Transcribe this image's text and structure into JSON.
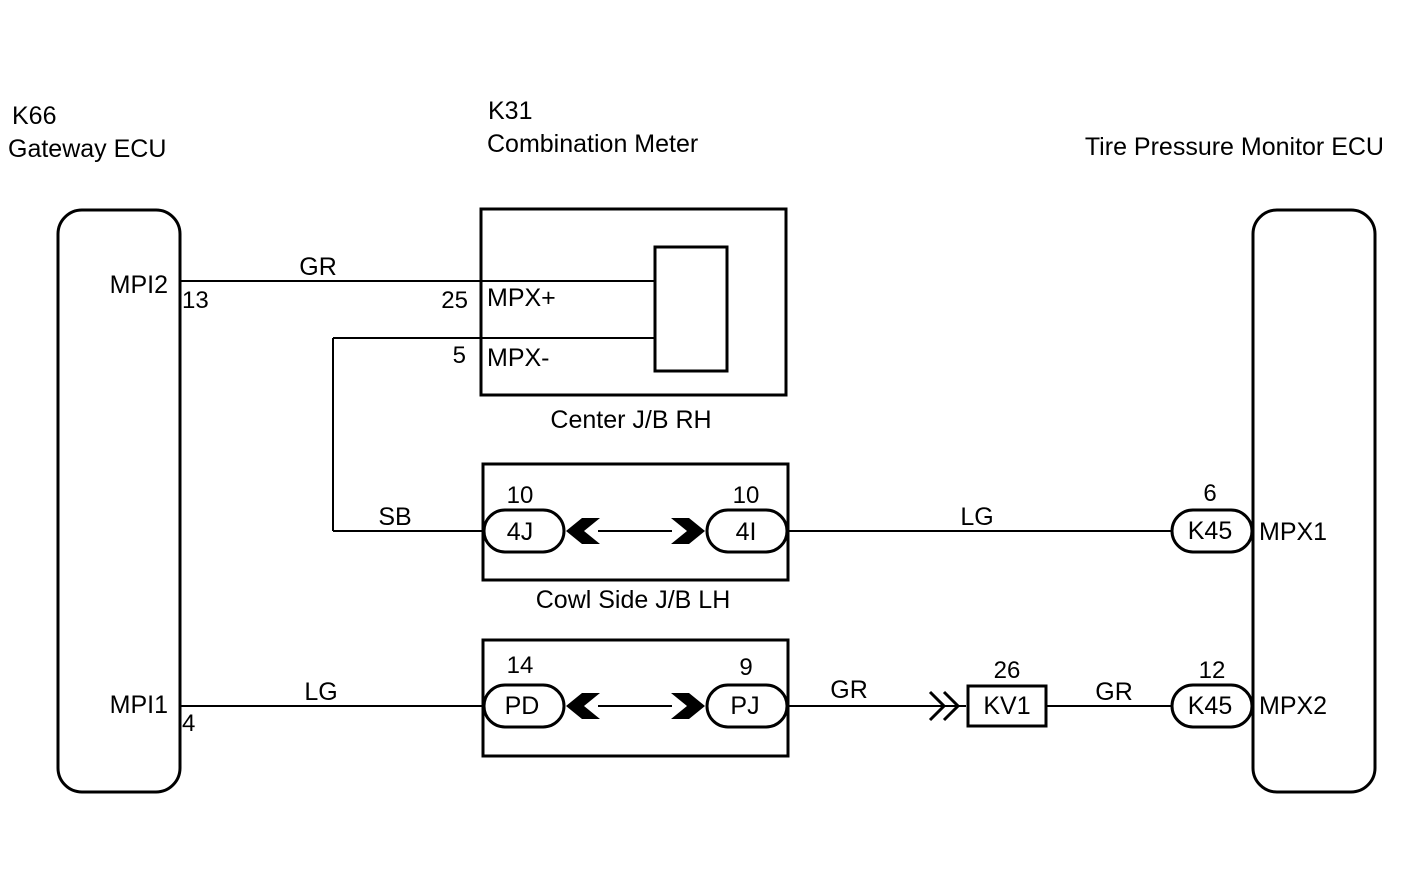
{
  "components": {
    "gateway": {
      "code": "K66",
      "name": "Gateway ECU",
      "pin_upper": {
        "name": "MPI2",
        "number": "13"
      },
      "pin_lower": {
        "name": "MPI1",
        "number": "4"
      }
    },
    "meter": {
      "code": "K31",
      "name": "Combination Meter",
      "pin_plus": {
        "name": "MPX+",
        "number": "25"
      },
      "pin_minus": {
        "name": "MPX-",
        "number": "5"
      },
      "junction": "Center J/B RH"
    },
    "tpms": {
      "name": "Tire Pressure Monitor ECU",
      "pin_upper": {
        "name": "MPX1",
        "number": "6",
        "connector": "K45"
      },
      "pin_lower": {
        "name": "MPX2",
        "number": "12",
        "connector": "K45"
      }
    }
  },
  "cowl_jb": {
    "name": "Cowl Side J/B LH",
    "left": {
      "connector": "4J",
      "number": "10"
    },
    "right": {
      "connector": "4I",
      "number": "10"
    }
  },
  "lower_jb": {
    "left": {
      "connector": "PD",
      "number": "14"
    },
    "right": {
      "connector": "PJ",
      "number": "9"
    }
  },
  "inline_connector": {
    "connector": "KV1",
    "number": "26"
  },
  "wires": {
    "gr_top": "GR",
    "sb": "SB",
    "lg_mid": "LG",
    "lg_low": "LG",
    "gr_low_1": "GR",
    "gr_low_2": "GR"
  }
}
